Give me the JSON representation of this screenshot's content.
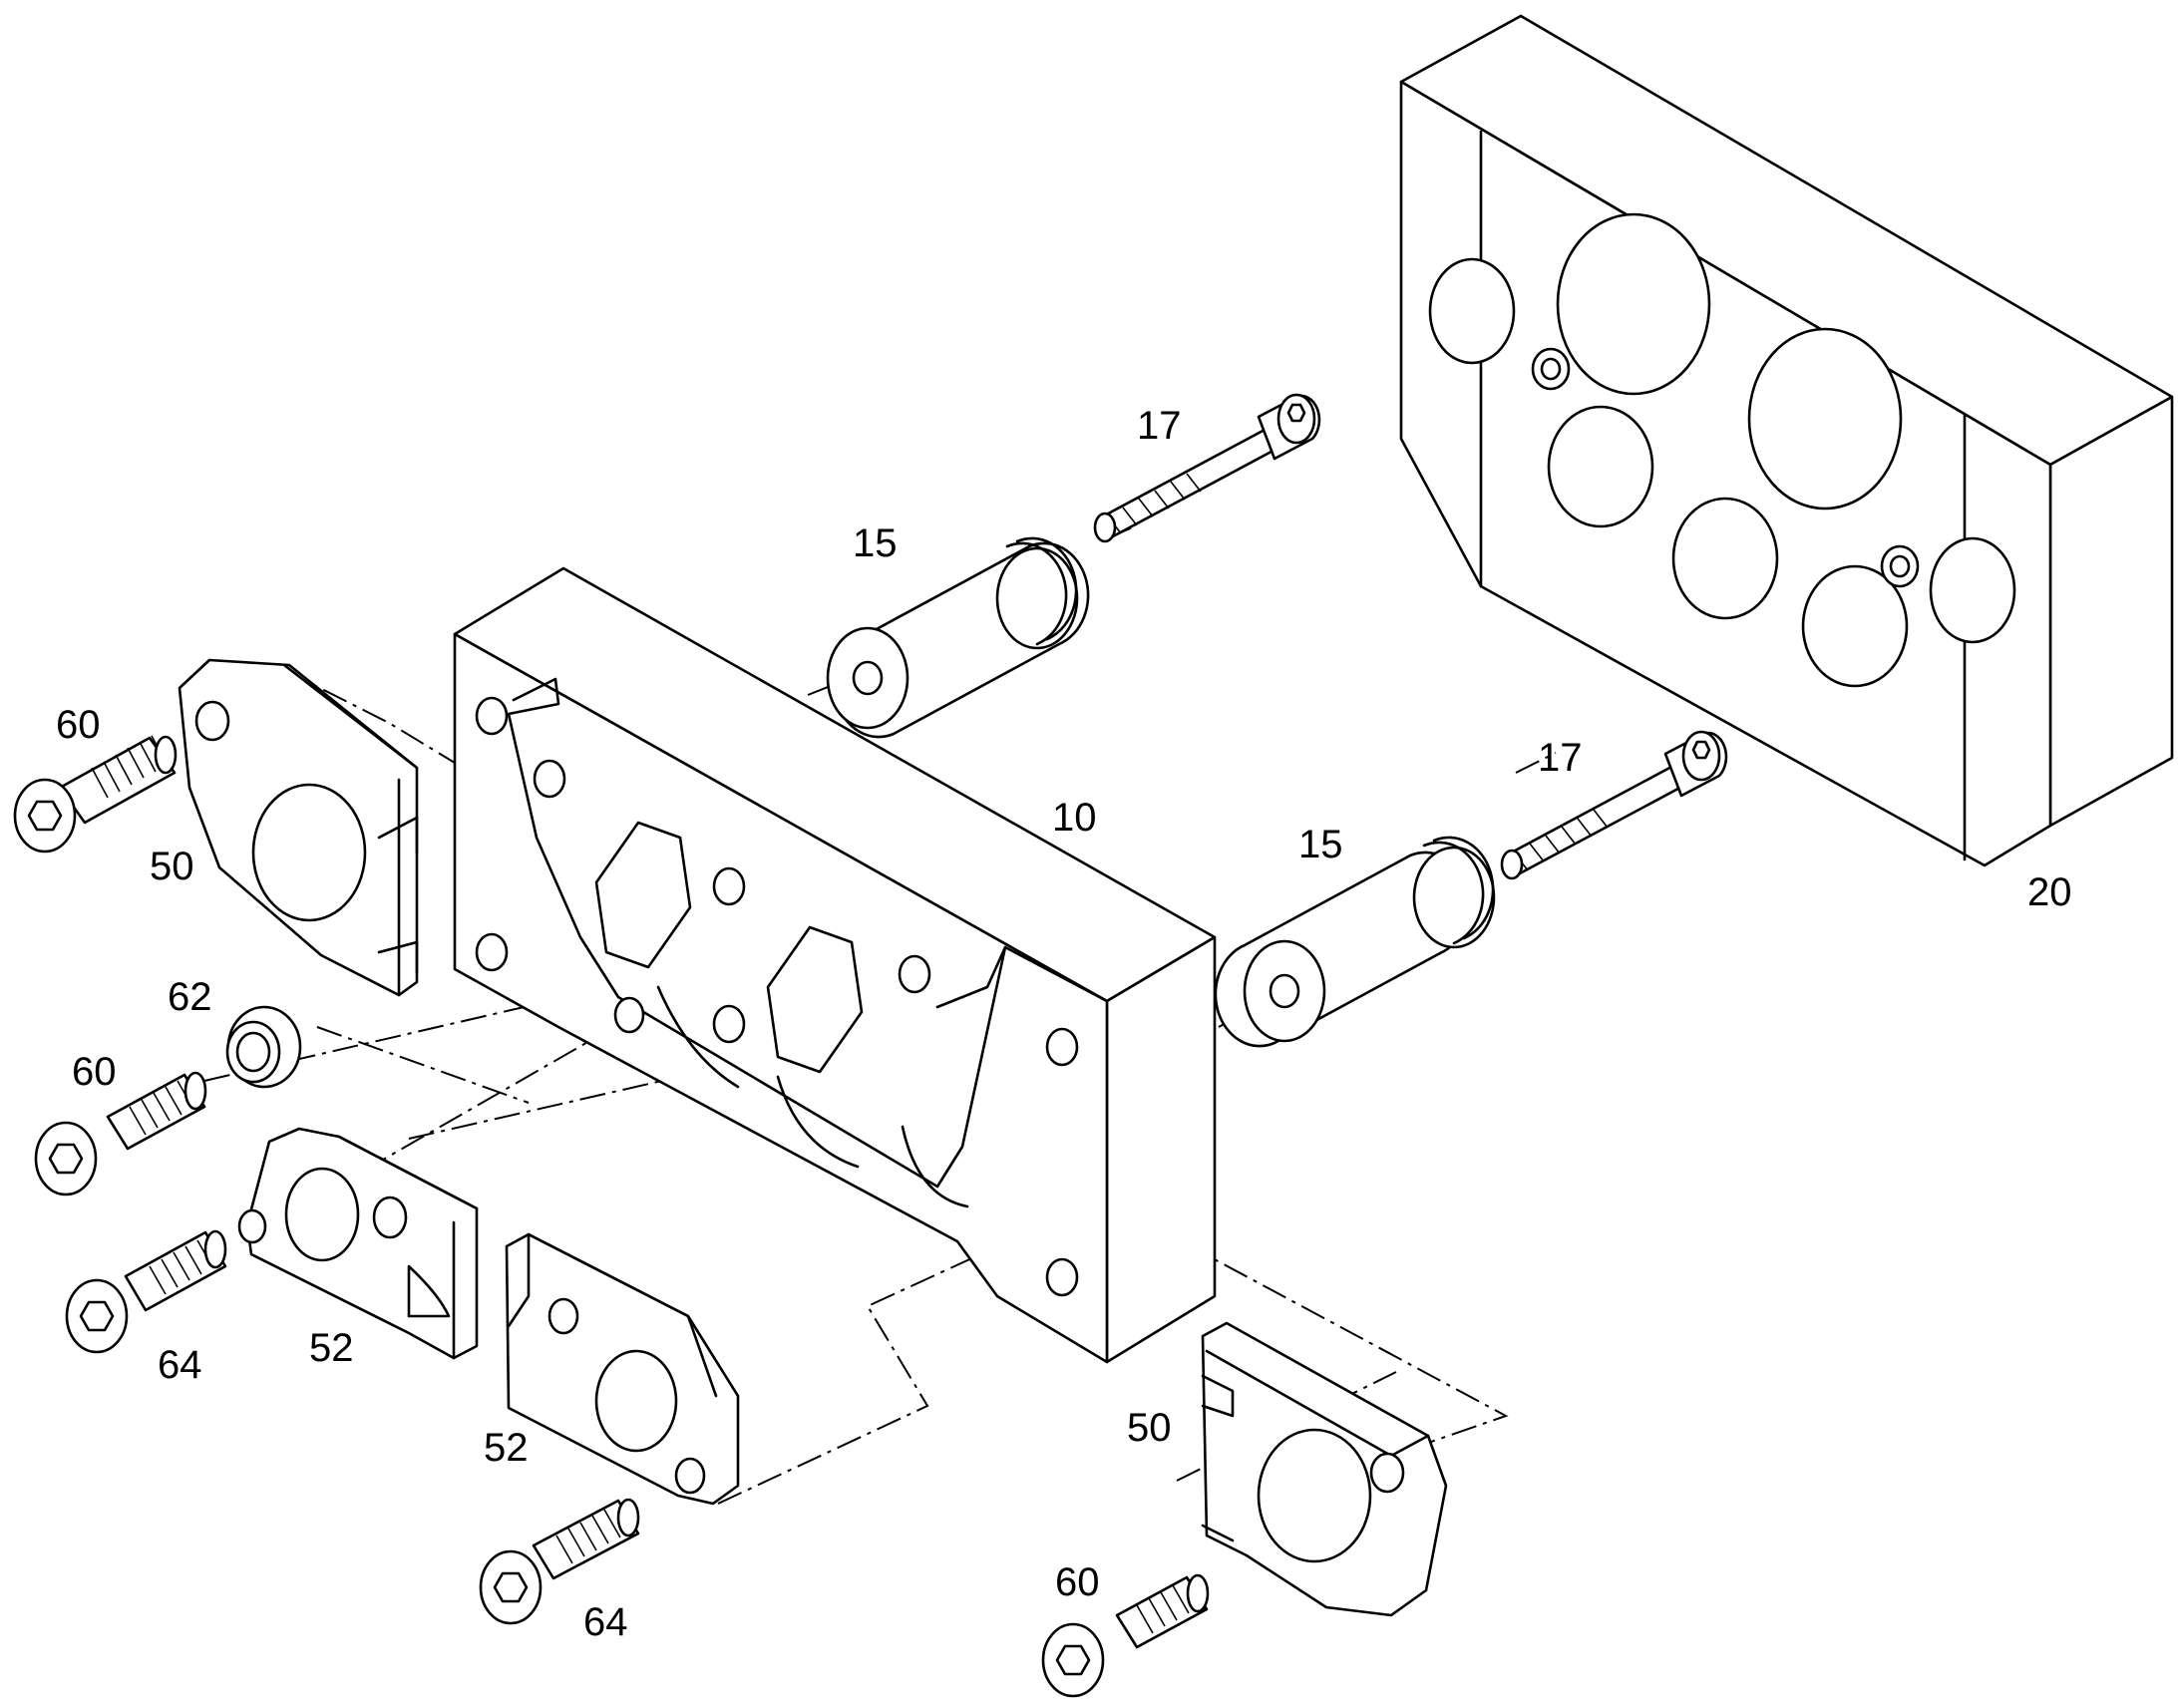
{
  "callouts": {
    "p10": "10",
    "p15a": "15",
    "p15b": "15",
    "p17a": "17",
    "p17b": "17",
    "p20": "20",
    "p50a": "50",
    "p50b": "50",
    "p52a": "52",
    "p52b": "52",
    "p60a": "60",
    "p60b": "60",
    "p60c": "60",
    "p62": "62",
    "p64a": "64",
    "p64b": "64"
  }
}
